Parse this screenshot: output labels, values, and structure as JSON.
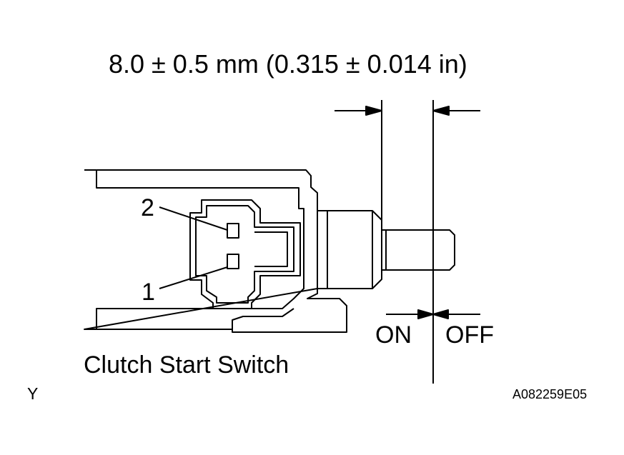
{
  "dimension": {
    "label": "8.0 ± 0.5 mm (0.315 ± 0.014 in)"
  },
  "terminals": {
    "pin_2": "2",
    "pin_1": "1"
  },
  "positions": {
    "on": "ON",
    "off": "OFF"
  },
  "part": {
    "name": "Clutch Start Switch"
  },
  "figure": {
    "view_letter": "Y",
    "id": "A082259E05"
  },
  "style": {
    "line_color": "#000000",
    "background": "#ffffff"
  }
}
